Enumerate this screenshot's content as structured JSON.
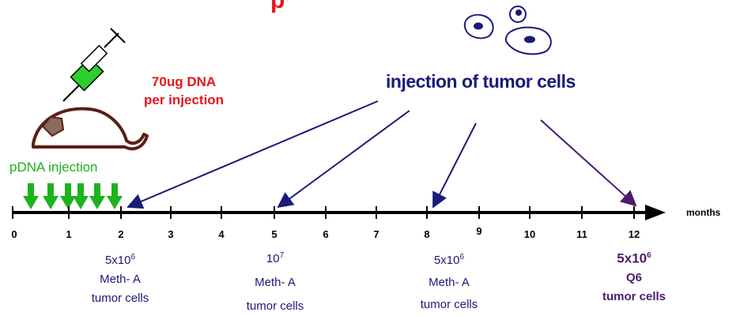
{
  "header_partial": "p",
  "dose_label": "70ug DNA",
  "dose_label2": "per injection",
  "pdna_label": "pDNA injection",
  "tumor_injection_label": "injection of tumor cells",
  "axis_unit": "months",
  "ticks": [
    "0",
    "1",
    "2",
    "3",
    "4",
    "5",
    "6",
    "7",
    "8",
    "9",
    "10",
    "11",
    "12"
  ],
  "groups": [
    {
      "dose_base": "5x10",
      "dose_exp": "6",
      "line2": "Meth- A",
      "line3": "tumor cells"
    },
    {
      "dose_base": "10",
      "dose_exp": "7",
      "line2": "Meth- A",
      "line3": "tumor cells"
    },
    {
      "dose_base": "5x10",
      "dose_exp": "6",
      "line2": "Meth- A",
      "line3": "tumor cells"
    },
    {
      "dose_base": "5x10",
      "dose_exp": "6",
      "line2": "Q6",
      "line3": "tumor cells"
    }
  ],
  "colors": {
    "red": "#e8141b",
    "green": "#1db31d",
    "navy": "#1a1a7a",
    "purple": "#4b1c6e",
    "brown": "#5a1f14"
  }
}
